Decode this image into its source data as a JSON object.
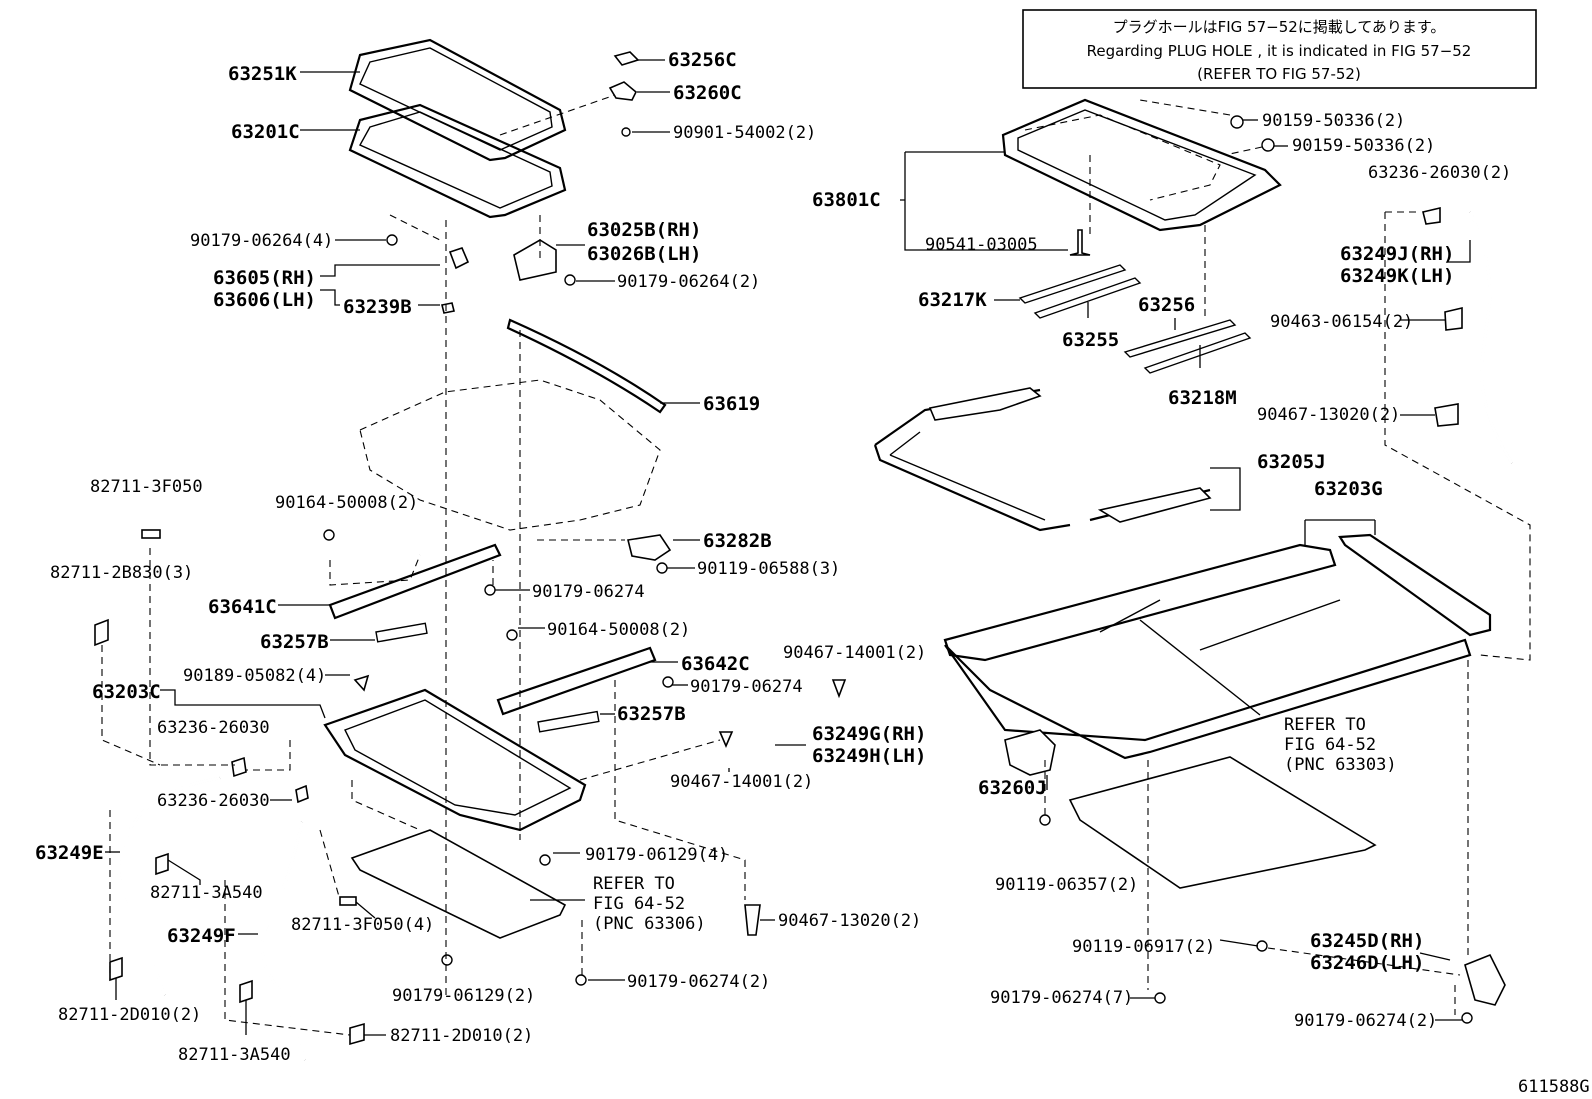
{
  "note": {
    "line1": "プラグホールはFIG 57−52に掲載してあります。",
    "line2": "Regarding  PLUG  HOLE , it is indicated in FIG  57−52",
    "line3": "(REFER TO FIG 57-52)"
  },
  "figure_id": "611588G",
  "labels": {
    "l63251K": "63251K",
    "l63201C": "63201C",
    "l63256C": "63256C",
    "l63260C": "63260C",
    "l90901_54002": "90901-54002(2)",
    "l90179_06264_4": "90179-06264(4)",
    "l63025B": "63025B(RH)",
    "l63026B": "63026B(LH)",
    "l63605": "63605(RH)",
    "l63606": "63606(LH)",
    "l63239B": "63239B",
    "l90179_06264_2": "90179-06264(2)",
    "l63619": "63619",
    "l82711_3F050": "82711-3F050",
    "l90164_50008_a": "90164-50008(2)",
    "l63282B": "63282B",
    "l82711_2B830": "82711-2B830(3)",
    "l90119_06588": "90119-06588(3)",
    "l63641C": "63641C",
    "l90179_06274_a": "90179-06274",
    "l90164_50008_b": "90164-50008(2)",
    "l63257B_a": "63257B",
    "l63642C": "63642C",
    "l90467_14001_a": "90467-14001(2)",
    "l90189_05082": "90189-05082(4)",
    "l90179_06274_b": "90179-06274",
    "l63203C": "63203C",
    "l63257B_b": "63257B",
    "l63236_26030_a": "63236-26030",
    "l63249G": "63249G(RH)",
    "l63249H": "63249H(LH)",
    "l90467_14001_b": "90467-14001(2)",
    "l63236_26030_b": "63236-26030",
    "l63249E": "63249E",
    "l90179_06129_4": "90179-06129(4)",
    "l82711_3A540_a": "82711-3A540",
    "l82711_3F050_4": "82711-3F050(4)",
    "l63249F": "63249F",
    "refer_left_1": "REFER TO",
    "refer_left_2": "FIG 64-52",
    "refer_left_3": "(PNC 63306)",
    "l90467_13020_a": "90467-13020(2)",
    "l90179_06129_2": "90179-06129(2)",
    "l90179_06274_c": "90179-06274(2)",
    "l82711_2D010_a": "82711-2D010(2)",
    "l82711_2D010_b": "82711-2D010(2)",
    "l82711_3A540_b": "82711-3A540",
    "l90159_50336_a": "90159-50336(2)",
    "l90159_50336_b": "90159-50336(2)",
    "l63236_26030_c": "63236-26030(2)",
    "l63801C": "63801C",
    "l90541_03005": "90541-03005",
    "l63249J": "63249J(RH)",
    "l63249K": "63249K(LH)",
    "l63217K": "63217K",
    "l63256": "63256",
    "l63255": "63255",
    "l90463_06154": "90463-06154(2)",
    "l63218M": "63218M",
    "l90467_13020_b": "90467-13020(2)",
    "l63205J": "63205J",
    "l63203G": "63203G",
    "refer_right_1": "REFER TO",
    "refer_right_2": "FIG 64-52",
    "refer_right_3": "(PNC 63303)",
    "l63260J": "63260J",
    "l90119_06357": "90119-06357(2)",
    "l90119_06917": "90119-06917(2)",
    "l63245D": "63245D(RH)",
    "l63246D": "63246D(LH)",
    "l90179_06274_7": "90179-06274(7)",
    "l90179_06274_d": "90179-06274(2)"
  }
}
